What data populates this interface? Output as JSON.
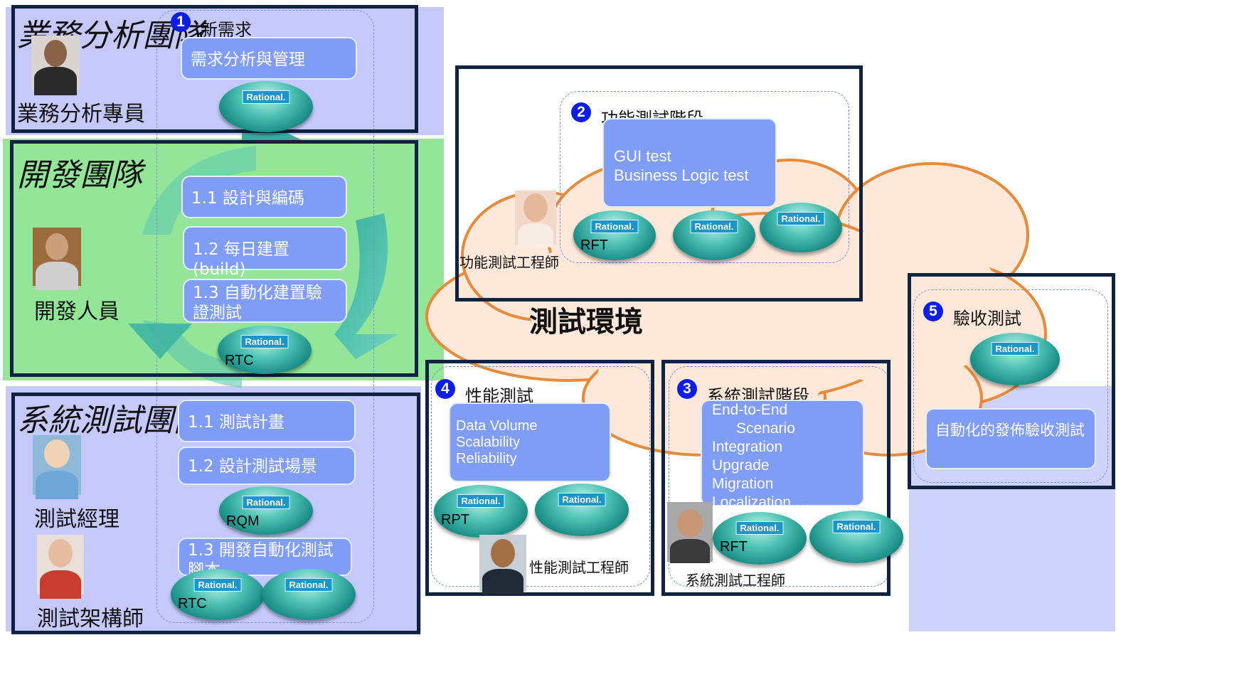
{
  "teams": {
    "business": {
      "title": "業務分析團隊",
      "role": "業務分析專員",
      "step_number": "1",
      "step_label": "新需求",
      "box": "需求分析與管理"
    },
    "development": {
      "title": "開發團隊",
      "role": "開發人員",
      "boxes": [
        "1.1 設計與編碼",
        "1.2 每日建置(build)",
        "1.3 自動化建置驗證測試"
      ],
      "disk_label": "RTC"
    },
    "system_test": {
      "title": "系統測試團隊",
      "roles": [
        "測試經理",
        "測試架構師"
      ],
      "boxes": [
        "1.1 測試計畫",
        "1.2 設計測試場景",
        "1.3 開發自動化測試腳本"
      ],
      "disk_labels": [
        "RQM",
        "RTC"
      ]
    }
  },
  "environment": {
    "title": "測試環境"
  },
  "phases": {
    "functional": {
      "number": "2",
      "title": "功能測試階段",
      "box_lines": [
        "GUI test",
        "Business Logic test"
      ],
      "disk_label": "RFT",
      "engineer": "功能測試工程師"
    },
    "performance": {
      "number": "4",
      "title": "性能測試",
      "box_lines": [
        "Data Volume",
        "Scalability",
        "Reliability"
      ],
      "disk_label": "RPT",
      "engineer": "性能測試工程師"
    },
    "system": {
      "number": "3",
      "title": "系統測試階段",
      "box_lines": [
        "End-to-End",
        "Scenario",
        "Integration",
        "Upgrade",
        "Migration",
        "Localization …"
      ],
      "disk_label": "RFT",
      "engineer": "系統測試工程師"
    },
    "acceptance": {
      "number": "5",
      "title": "驗收測試",
      "box": "自動化的發佈驗收測試"
    }
  },
  "badge_text": "Rational.",
  "colors": {
    "band_blue": "#c4c9fa",
    "band_green": "#93e697",
    "frame": "#0f2240",
    "box_fill": "#7f9cf7",
    "cloud_fill": "#fde8da",
    "cloud_stroke": "#e88a38",
    "step_badge": "#0a1ee8",
    "acceptance_panel": "#cdd3fb"
  }
}
